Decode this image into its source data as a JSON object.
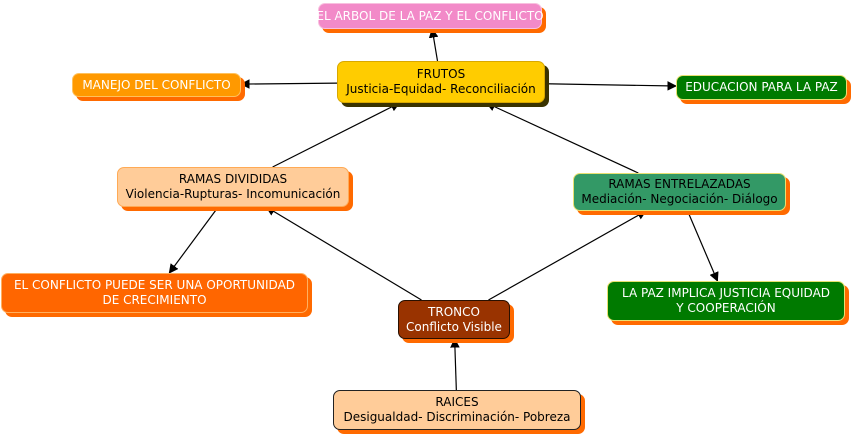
{
  "diagram": {
    "type": "concept-map",
    "nodes": [
      {
        "id": "title",
        "lines": [
          "EL ARBOL DE LA PAZ Y EL CONFLICTO"
        ],
        "fill": "#f28ac8",
        "text_color": "#ffffff"
      },
      {
        "id": "frutos",
        "lines": [
          "FRUTOS",
          "Justicia-Equidad- Reconciliación"
        ],
        "fill": "#ffcc00",
        "text_color": "#000000"
      },
      {
        "id": "manejo",
        "lines": [
          "MANEJO DEL CONFLICTO"
        ],
        "fill": "#ff9900",
        "text_color": "#ffffff"
      },
      {
        "id": "educ",
        "lines": [
          "EDUCACION PARA LA PAZ"
        ],
        "fill": "#007a00",
        "text_color": "#ffffff"
      },
      {
        "id": "divid",
        "lines": [
          "RAMAS DIVIDIDAS",
          "Violencia-Rupturas- Incomunicación"
        ],
        "fill": "#ffcc99",
        "text_color": "#000000"
      },
      {
        "id": "entre",
        "lines": [
          "RAMAS ENTRELAZADAS",
          "Mediación- Negociación- Diálogo"
        ],
        "fill": "#339966",
        "text_color": "#000000"
      },
      {
        "id": "oport",
        "lines": [
          "EL CONFLICTO PUEDE SER UNA OPORTUNIDAD",
          "DE CRECIMIENTO"
        ],
        "fill": "#ff6600",
        "text_color": "#ffffff"
      },
      {
        "id": "paz",
        "lines": [
          "LA PAZ IMPLICA JUSTICIA EQUIDAD",
          "Y COOPERACIÓN"
        ],
        "fill": "#007a00",
        "text_color": "#ffffff"
      },
      {
        "id": "tronco",
        "lines": [
          "TRONCO",
          "Conflicto Visible"
        ],
        "fill": "#993300",
        "text_color": "#ffffff"
      },
      {
        "id": "raices",
        "lines": [
          "RAICES",
          "Desigualdad- Discriminación- Pobreza"
        ],
        "fill": "#ffcc99",
        "text_color": "#000000"
      }
    ],
    "edges": [
      {
        "from": "frutos",
        "to": "title"
      },
      {
        "from": "frutos",
        "to": "manejo"
      },
      {
        "from": "frutos",
        "to": "educ"
      },
      {
        "from": "divid",
        "to": "frutos"
      },
      {
        "from": "entre",
        "to": "frutos"
      },
      {
        "from": "divid",
        "to": "oport"
      },
      {
        "from": "entre",
        "to": "paz"
      },
      {
        "from": "tronco",
        "to": "divid"
      },
      {
        "from": "tronco",
        "to": "entre"
      },
      {
        "from": "raices",
        "to": "tronco"
      }
    ],
    "shadow_color": "#ff6a00",
    "edge_color": "#000000"
  }
}
